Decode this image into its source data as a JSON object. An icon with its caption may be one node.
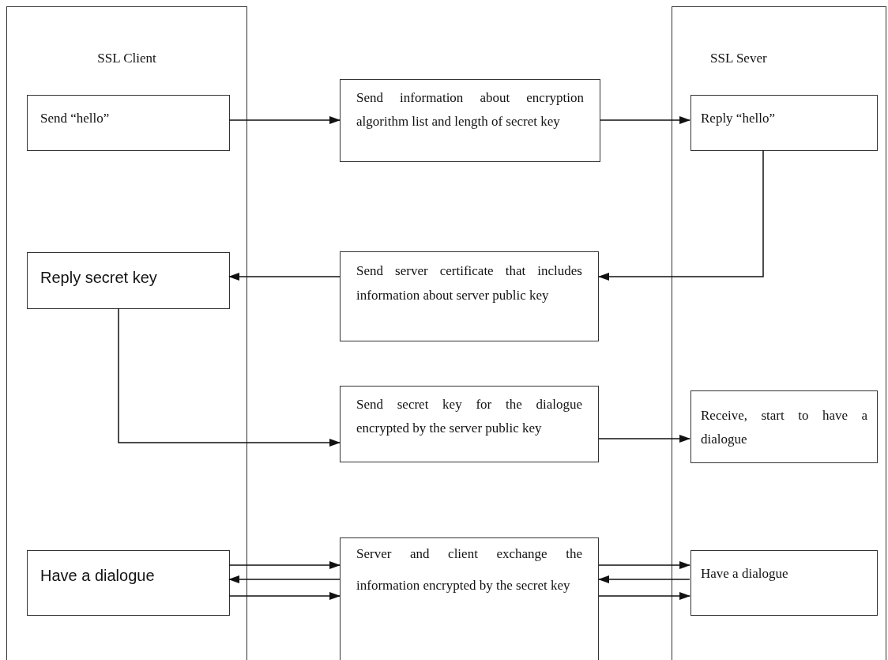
{
  "diagram": {
    "nodes": [
      {
        "text": [
          "SSL Client"
        ]
      },
      {
        "text": [
          "Send “hello”"
        ],
        "in": 0
      },
      {
        "text": [
          "Send information about encryption algorithm list and length of secret key"
        ]
      },
      {
        "text": [
          "SSL Sever"
        ]
      },
      {
        "text": [
          "Reply “hello”"
        ],
        "in": 3
      },
      {
        "text": [
          "Send server certificate that includes information about server public key"
        ]
      },
      {
        "text": [
          "Reply secret key"
        ],
        "in": 0
      },
      {
        "text": [
          "Send secret key for the dialogue encrypted by the server public key"
        ]
      },
      {
        "text": [
          "Receive, start to have a dialogue"
        ],
        "in": 3
      },
      {
        "text": [
          "Have a dialogue"
        ],
        "in": 0
      },
      {
        "text": [
          "Server and client exchange the information encrypted by the secret key"
        ]
      },
      {
        "text": [
          "Have a dialogue"
        ],
        "in": 3
      }
    ],
    "edges": [
      {
        "from": 1,
        "to": 2,
        "arrow": "to"
      },
      {
        "from": 2,
        "to": 4,
        "arrow": "to"
      },
      {
        "from": 4,
        "to": 5,
        "arrow": "to"
      },
      {
        "from": 5,
        "to": 6,
        "arrow": "to"
      },
      {
        "from": 6,
        "to": 7,
        "arrow": "to"
      },
      {
        "from": 7,
        "to": 8,
        "arrow": "to"
      },
      {
        "from": 9,
        "to": 10,
        "arrow": "to"
      },
      {
        "from": 10,
        "to": 9,
        "arrow": "to"
      },
      {
        "from": 9,
        "to": 10,
        "arrow": "to"
      },
      {
        "from": 10,
        "to": 11,
        "arrow": "to"
      },
      {
        "from": 11,
        "to": 10,
        "arrow": "to"
      },
      {
        "from": 10,
        "to": 11,
        "arrow": "to"
      }
    ]
  }
}
